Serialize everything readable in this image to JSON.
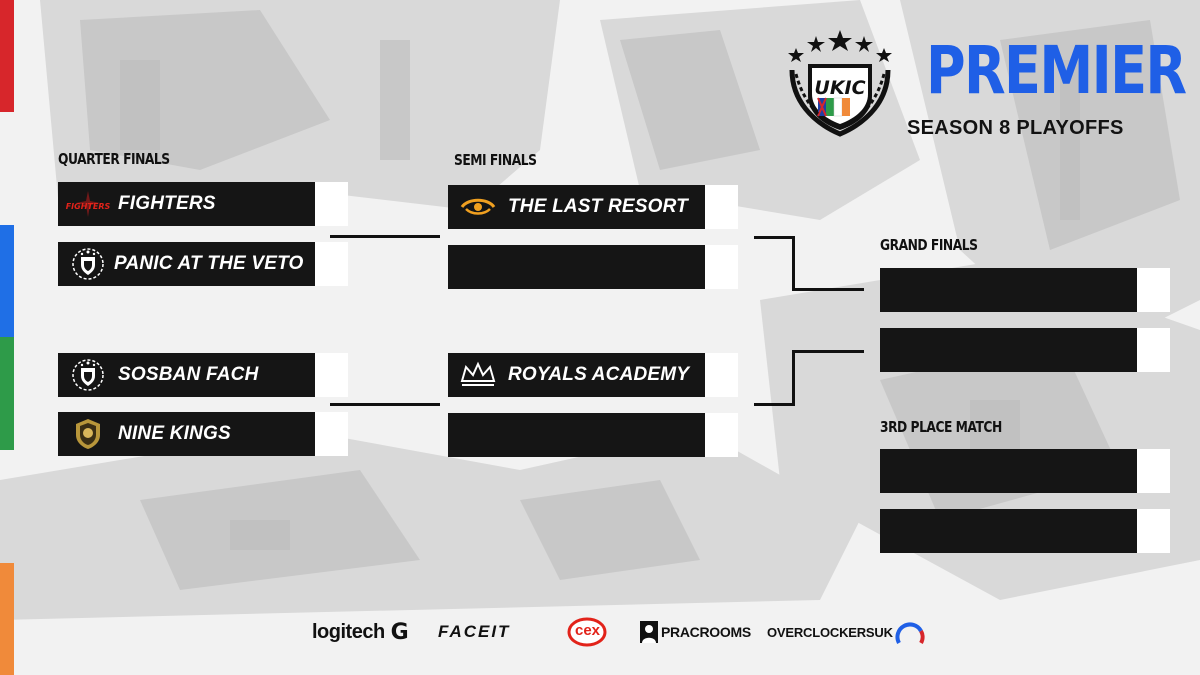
{
  "header": {
    "title": "PREMIER",
    "subtitle": "SEASON 8 PLAYOFFS",
    "crest_text": "UKIC"
  },
  "rounds": {
    "quarter_finals": "QUARTER FINALS",
    "semi_finals": "SEMI FINALS",
    "grand_finals": "GRAND FINALS",
    "third_place": "3RD PLACE MATCH"
  },
  "teams": {
    "qf1_top": "FIGHTERS",
    "qf1_top_logo_text": "FIGHTERS",
    "qf1_bottom": "PANIC AT THE VETO",
    "qf2_top": "SOSBAN FACH",
    "qf2_bottom": "NINE KINGS",
    "sf1_top": "THE LAST RESORT",
    "sf1_bottom": "",
    "sf2_top": "ROYALS ACADEMY",
    "sf2_bottom": "",
    "gf_top": "",
    "gf_bottom": "",
    "third_top": "",
    "third_bottom": ""
  },
  "sponsors": {
    "logitech": "logitech",
    "logitech_mark": "G",
    "faceit": "FACEIT",
    "cex": "cex",
    "pracrooms": "PRACROOMS",
    "overclockers": "OVERCLOCKERSUK"
  },
  "colors": {
    "accent": "#1f5fe6",
    "slot": "#151515",
    "score": "#ffffff",
    "bar_red": "#d7262b",
    "bar_blue": "#1f6fe6",
    "bar_green": "#2e9b49",
    "bar_orange": "#f08a3a",
    "faceit": "#111111",
    "cex_red": "#e2231a"
  }
}
